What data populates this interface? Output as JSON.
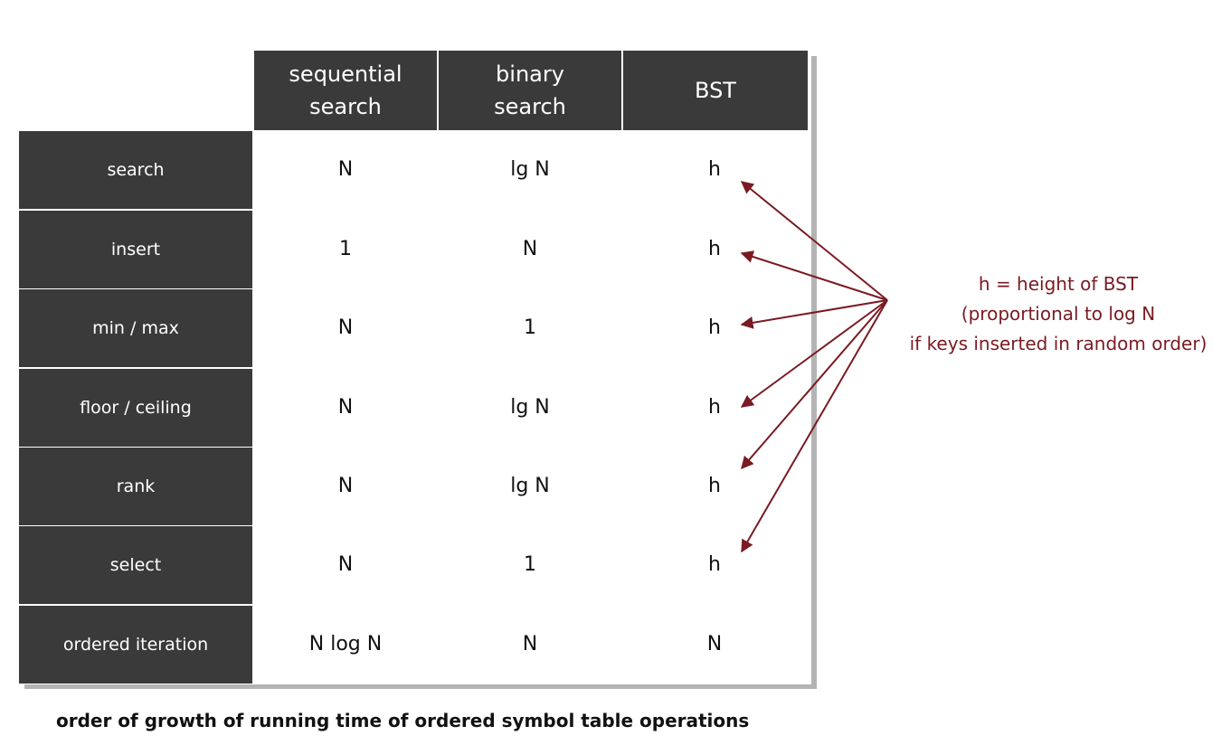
{
  "table": {
    "columns": [
      "sequential\nsearch",
      "binary\nsearch",
      "BST"
    ],
    "rows": [
      {
        "label": "search",
        "cells": [
          "N",
          "lg N",
          "h"
        ]
      },
      {
        "label": "insert",
        "cells": [
          "1",
          "N",
          "h"
        ]
      },
      {
        "label": "min / max",
        "cells": [
          "N",
          "1",
          "h"
        ]
      },
      {
        "label": "floor / ceiling",
        "cells": [
          "N",
          "lg N",
          "h"
        ]
      },
      {
        "label": "rank",
        "cells": [
          "N",
          "lg N",
          "h"
        ]
      },
      {
        "label": "select",
        "cells": [
          "N",
          "1",
          "h"
        ]
      },
      {
        "label": "ordered iteration",
        "cells": [
          "N log N",
          "N",
          "N"
        ]
      }
    ]
  },
  "annotation": {
    "line1": "h = height of BST",
    "line2": "(proportional to log N",
    "line3": "if keys inserted in random order)"
  },
  "caption": "order of growth of running time of ordered symbol table operations",
  "colors": {
    "header_bg": "#3a3a3a",
    "header_text": "#ffffff",
    "annotation": "#7a1a22",
    "arrow": "#7a1a22"
  }
}
